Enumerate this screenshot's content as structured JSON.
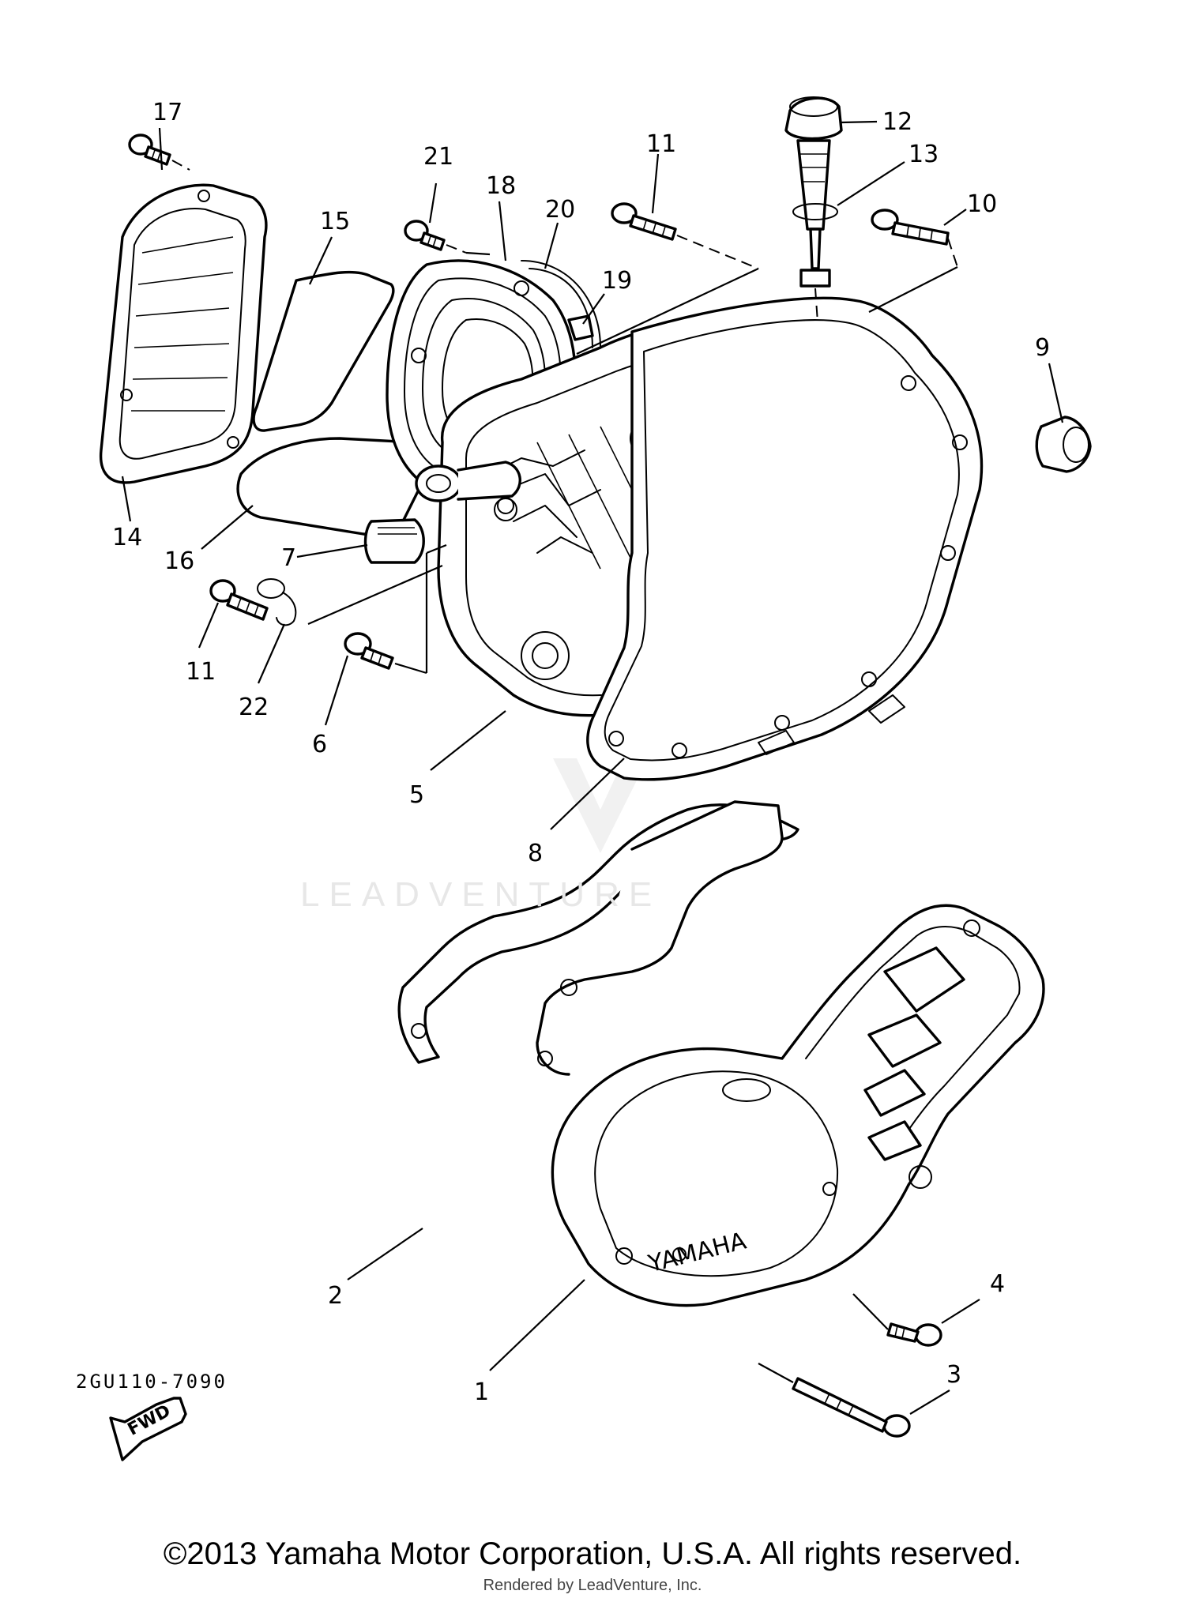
{
  "callouts": [
    "1",
    "2",
    "3",
    "4",
    "5",
    "6",
    "7",
    "8",
    "9",
    "10",
    "11",
    "11",
    "12",
    "13",
    "14",
    "15",
    "16",
    "17",
    "18",
    "19",
    "20",
    "21",
    "22"
  ],
  "cover_brand": "YAMAHA",
  "arrow_label": "FWD",
  "ref_code": "2GU110-7090",
  "watermark": "LEADVENTURE",
  "copyright": "©2013 Yamaha Motor Corporation, U.S.A. All rights reserved.",
  "rendered_by": "Rendered by LeadVenture, Inc."
}
